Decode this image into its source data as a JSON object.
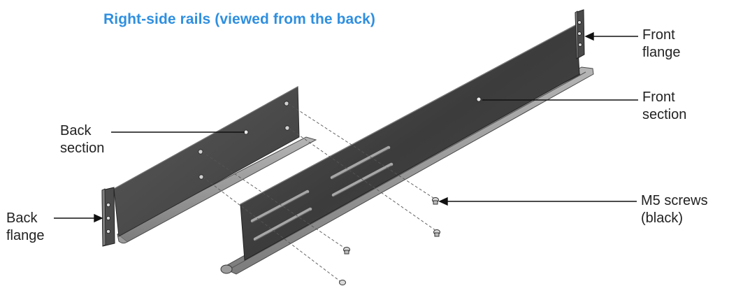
{
  "title": "Right-side rails (viewed from the back)",
  "labels": {
    "front_flange": [
      "Front",
      "flange"
    ],
    "front_section": [
      "Front",
      "section"
    ],
    "back_section": [
      "Back",
      "section"
    ],
    "m5_screws": [
      "M5 screws",
      "(black)"
    ],
    "back_flange": [
      "Back",
      "flange"
    ]
  },
  "colors": {
    "title": "#2f8fe0",
    "rail_dark": "#3a3a3a",
    "rail_light": "#8e8e8e",
    "label_text": "#222222"
  }
}
